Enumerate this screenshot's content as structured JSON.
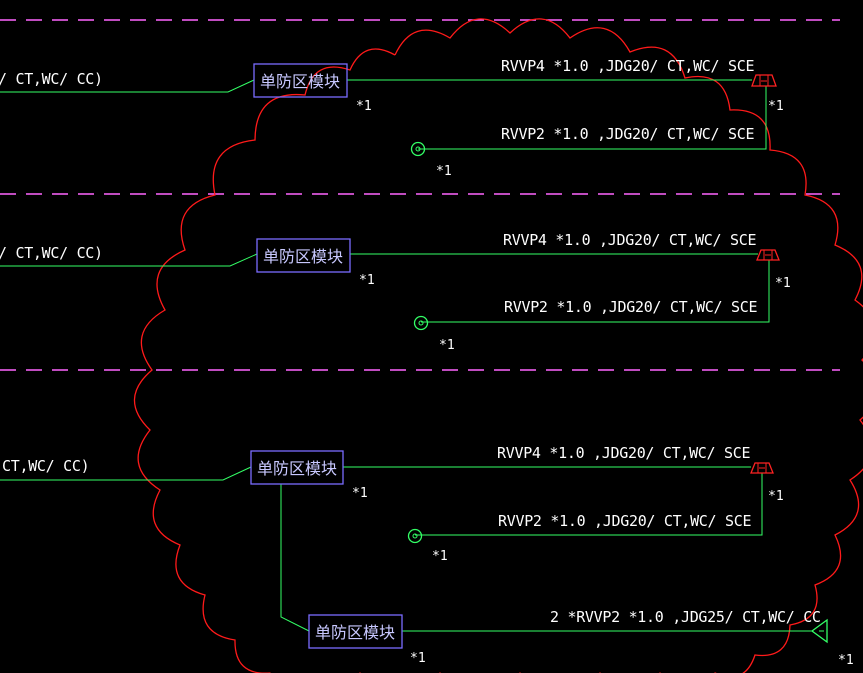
{
  "colors": {
    "background": "#000000",
    "wire": "#33ff66",
    "cloud": "#ff1a1a",
    "dash": "#ff66ff",
    "module_border": "#7a6cff",
    "module_text": "#c8c8ff",
    "text": "#ffffff",
    "sounder_icon": "#ff2222",
    "detector_icon": "#33ff66",
    "speaker_icon": "#33ff66"
  },
  "fragments": [
    {
      "text": "/ CT,WC/ CC)"
    },
    {
      "text": "/ CT,WC/ CC)"
    },
    {
      "text": "CT,WC/ CC)"
    }
  ],
  "modules": [
    {
      "label": "单防区模块"
    },
    {
      "label": "单防区模块"
    },
    {
      "label": "单防区模块"
    },
    {
      "label": "单防区模块"
    }
  ],
  "cable_labels": [
    {
      "text": "RVVP4 *1.0 ,JDG20/ CT,WC/ SCE"
    },
    {
      "text": "RVVP2 *1.0 ,JDG20/ CT,WC/ SCE"
    },
    {
      "text": "RVVP4 *1.0 ,JDG20/ CT,WC/ SCE"
    },
    {
      "text": "RVVP2 *1.0 ,JDG20/ CT,WC/ SCE"
    },
    {
      "text": "RVVP4 *1.0 ,JDG20/ CT,WC/ SCE"
    },
    {
      "text": "RVVP2 *1.0 ,JDG20/ CT,WC/ SCE"
    },
    {
      "text": "2 *RVVP2 *1.0 ,JDG25/ CT,WC/ CC"
    }
  ],
  "quantity_marks": [
    {
      "text": "*1"
    },
    {
      "text": "*1"
    },
    {
      "text": "*1"
    },
    {
      "text": "*1"
    },
    {
      "text": "*1"
    },
    {
      "text": "*1"
    },
    {
      "text": "*1"
    },
    {
      "text": "*1"
    },
    {
      "text": "*1"
    },
    {
      "text": "*1"
    },
    {
      "text": "*1"
    }
  ],
  "icons": [
    {
      "name": "sounder-icon"
    },
    {
      "name": "detector-icon"
    },
    {
      "name": "sounder-icon"
    },
    {
      "name": "detector-icon"
    },
    {
      "name": "sounder-icon"
    },
    {
      "name": "detector-icon"
    },
    {
      "name": "speaker-icon"
    }
  ]
}
